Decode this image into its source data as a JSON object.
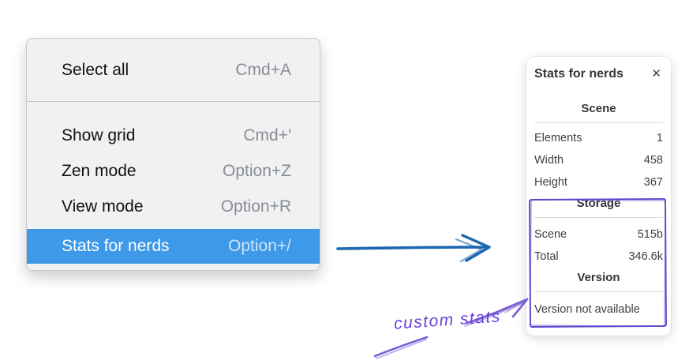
{
  "context_menu": {
    "group1": [
      {
        "label": "Select all",
        "shortcut": "Cmd+A",
        "selected": false
      }
    ],
    "group2": [
      {
        "label": "Show grid",
        "shortcut": "Cmd+'",
        "selected": false
      },
      {
        "label": "Zen mode",
        "shortcut": "Option+Z",
        "selected": false
      },
      {
        "label": "View mode",
        "shortcut": "Option+R",
        "selected": false
      },
      {
        "label": "Stats for nerds",
        "shortcut": "Option+/",
        "selected": true
      }
    ]
  },
  "stats_panel": {
    "title": "Stats for nerds",
    "close_icon": "✕",
    "sections": [
      {
        "heading": "Scene",
        "rows": [
          {
            "label": "Elements",
            "value": "1"
          },
          {
            "label": "Width",
            "value": "458"
          },
          {
            "label": "Height",
            "value": "367"
          }
        ]
      },
      {
        "heading": "Storage",
        "rows": [
          {
            "label": "Scene",
            "value": "515b"
          },
          {
            "label": "Total",
            "value": "346.6k"
          }
        ]
      },
      {
        "heading": "Version",
        "note": "Version not available"
      }
    ]
  },
  "annotations": {
    "custom_stats_label": "custom stats"
  },
  "colors": {
    "menu_highlight": "#3e99e8",
    "flow_arrow_blue": "#1b67b2",
    "annotation_purple": "#6741d9"
  }
}
